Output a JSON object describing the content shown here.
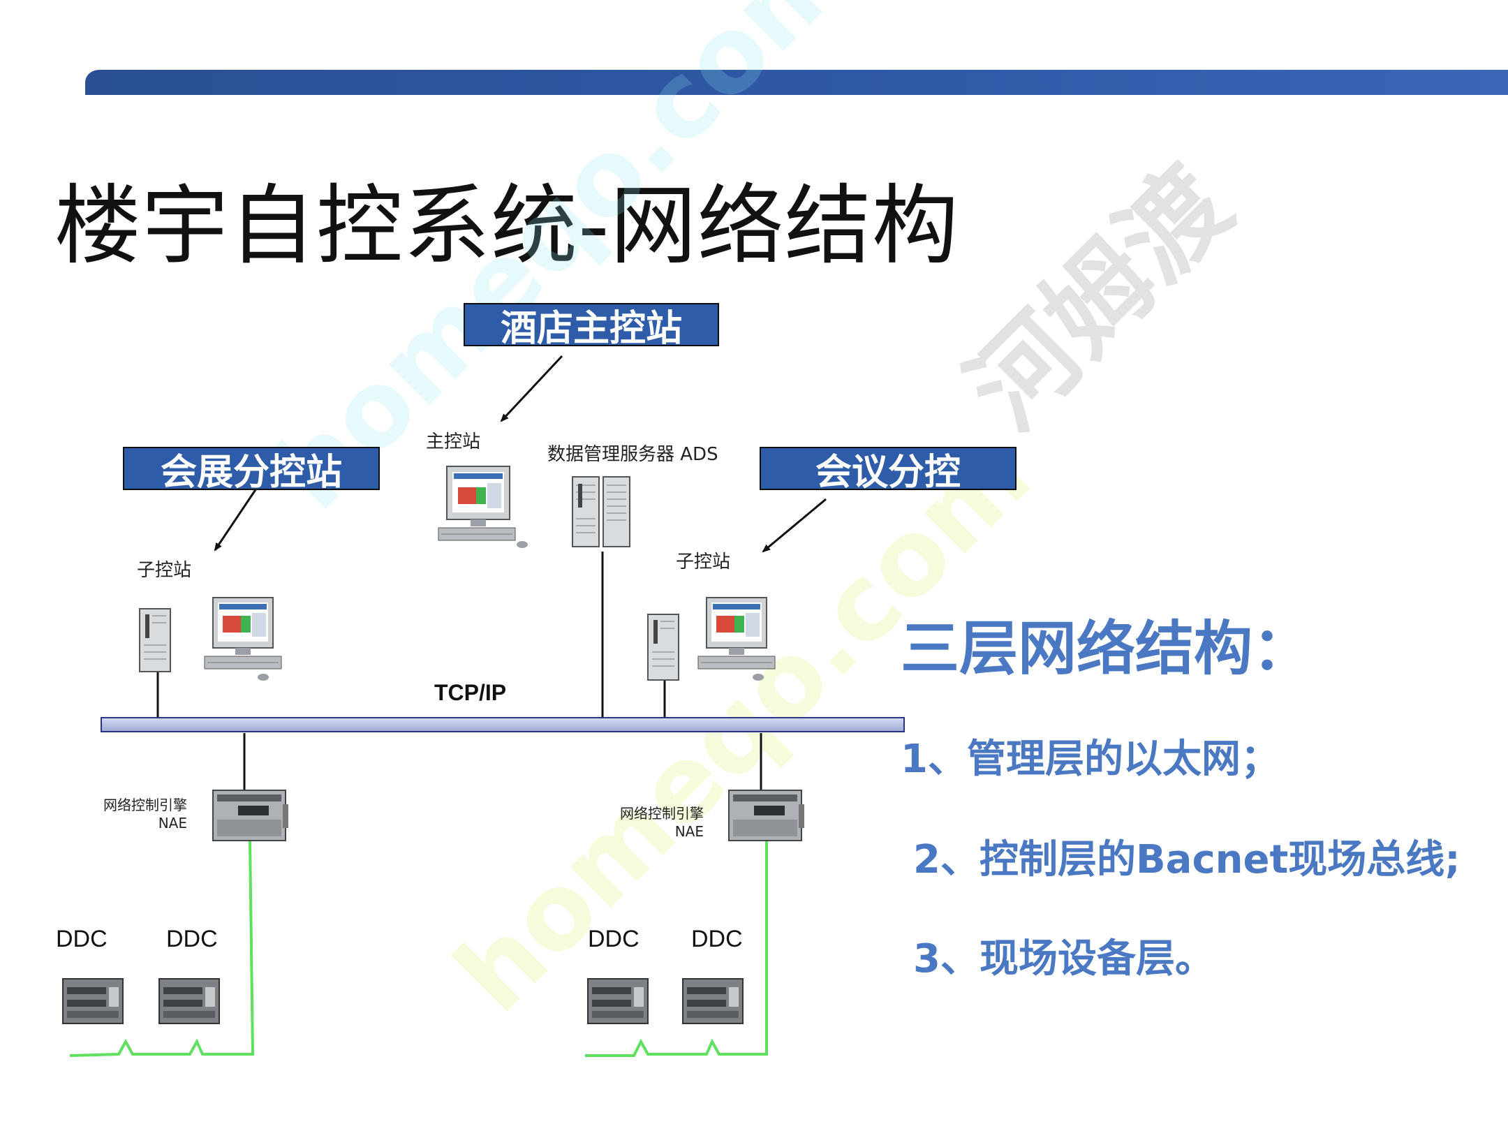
{
  "slide": {
    "title": "楼宇自控系统-网络结构"
  },
  "callouts": {
    "hotel": "酒店主控站",
    "expo": "会展分控站",
    "meeting": "会议分控"
  },
  "labels": {
    "main_station": "主控站",
    "ads": "数据管理服务器 ADS",
    "sub_station_left": "子控站",
    "sub_station_right": "子控站",
    "tcpip": "TCP/IP",
    "nae_left": "网络控制引擎",
    "nae_left_code": "NAE",
    "nae_right": "网络控制引擎",
    "nae_right_code": "NAE",
    "ddc1": "DDC",
    "ddc2": "DDC",
    "ddc3": "DDC",
    "ddc4": "DDC"
  },
  "summary": {
    "heading": "三层网络结构：",
    "items": [
      "1、管理层的以太网；",
      "2、控制层的Bacnet现场总线;",
      "3、现场设备层。"
    ]
  },
  "watermark": {
    "text": "homeqo.com",
    "text2": "河姆渡"
  },
  "colors": {
    "accent_blue": "#2e5ca8",
    "text_blue": "#4a78c2",
    "field_bus_green": "#5fe05f",
    "backbone": "#b9c3e8"
  }
}
